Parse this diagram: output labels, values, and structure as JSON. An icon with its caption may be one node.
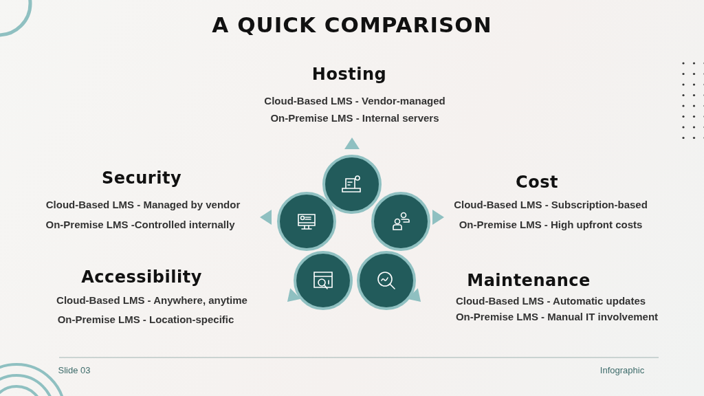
{
  "diagram": {
    "title": "A QUICK COMPARISON",
    "nodes": [
      {
        "text": [],
        "shape": "circle"
      },
      {
        "text": [],
        "shape": "circle"
      },
      {
        "text": [],
        "shape": "circle"
      },
      {
        "text": [],
        "shape": "circle"
      },
      {
        "text": [],
        "shape": "circle"
      }
    ],
    "labels": [
      "Hosting",
      "Cloud-Based LMS - Vendor-managed",
      "On-Premise LMS - Internal servers",
      "Security",
      "Cloud-Based LMS - Managed by vendor",
      "On-Premise LMS -Controlled internally",
      "Cost",
      "Cloud-Based LMS - Subscription-based",
      "On-Premise LMS - High upfront costs",
      "Accessibility",
      "Cloud-Based LMS - Anywhere, anytime",
      "On-Premise LMS - Location-specific",
      "Maintenance",
      "Cloud-Based LMS - Automatic updates",
      "On-Premise LMS - Manual IT involvement",
      "Slide 03",
      "Infographic"
    ]
  }
}
